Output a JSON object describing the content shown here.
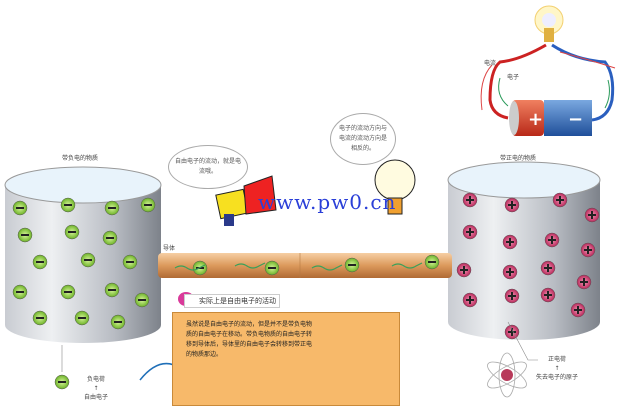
{
  "watermark": "www.pw0.cn",
  "left_body": {
    "title": "带负电的物质",
    "caption_top": "负电荷",
    "caption_arrow": "↑",
    "caption_bottom": "自由电子"
  },
  "right_body": {
    "title": "带正电的物质",
    "caption_top": "正电荷",
    "caption_arrow": "↑",
    "caption_bottom": "失去电子的原子"
  },
  "conductor_label": "导体",
  "bubble_left": "自由电子的流动，就是电流哦。",
  "bubble_right": "电子的流动方向与电流的流动方向是相反的。",
  "circuit": {
    "current_label": "电流",
    "electron_label": "电子",
    "plus": "+",
    "minus": "−"
  },
  "info": {
    "tag": "实际上是自由电子的活动",
    "text": "虽然说是自由电子的流动，但是并不是带负电物质的自由电子在移动。带负电物质的自由电子转移到导体后，导体里的自由电子会转移到带正电的物质那边。"
  },
  "colors": {
    "negative": "#7ec83a",
    "positive": "#d0456e",
    "conductor": "#e2a46a",
    "box": "#f7b96a"
  }
}
